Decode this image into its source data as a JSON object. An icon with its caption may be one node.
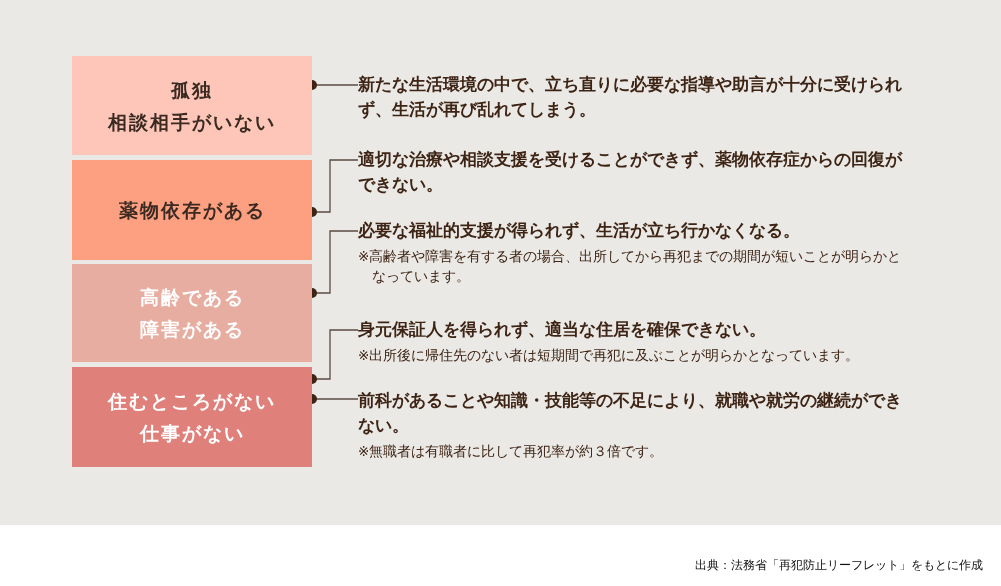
{
  "diagram": {
    "caption": "出典：法務省「再犯防止リーフレット」をもとに作成",
    "nodes": [
      {
        "text": [
          "孤独",
          "相談相手がいない"
        ]
      },
      {
        "text": [
          "薬物依存がある"
        ]
      },
      {
        "text": [
          "高齢である",
          "障害がある"
        ]
      },
      {
        "text": [
          "住むところがない",
          "仕事がない"
        ]
      },
      {
        "text": [
          "新たな生活環境の中で、立ち直りに必要な指導や助言が十分に受けられず、生活が再び乱れてしまう。"
        ]
      },
      {
        "text": [
          "適切な治療や相談支援を受けることができず、薬物依存症からの回復ができない。"
        ]
      },
      {
        "text": [
          "必要な福祉的支援が得られず、生活が立ち行かなくなる。",
          "※高齢者や障害を有する者の場合、出所してから再犯までの期間が短いことが明らかとなっています。"
        ]
      },
      {
        "text": [
          "身元保証人を得られず、適当な住居を確保できない。",
          "※出所後に帰住先のない者は短期間で再犯に及ぶことが明らかとなっています。"
        ]
      },
      {
        "text": [
          "前科があることや知識・技能等の不足により、就職や就労の継続ができない。",
          "※無職者は有職者に比して再犯率が約３倍です。"
        ]
      }
    ],
    "edges": [
      {
        "from": 0,
        "to": 4,
        "arrow": "other"
      },
      {
        "from": 1,
        "to": 5,
        "arrow": "other"
      },
      {
        "from": 2,
        "to": 6,
        "arrow": "other"
      },
      {
        "from": 3,
        "to": 7,
        "arrow": "other"
      },
      {
        "from": 3,
        "to": 8,
        "arrow": "other"
      }
    ]
  }
}
